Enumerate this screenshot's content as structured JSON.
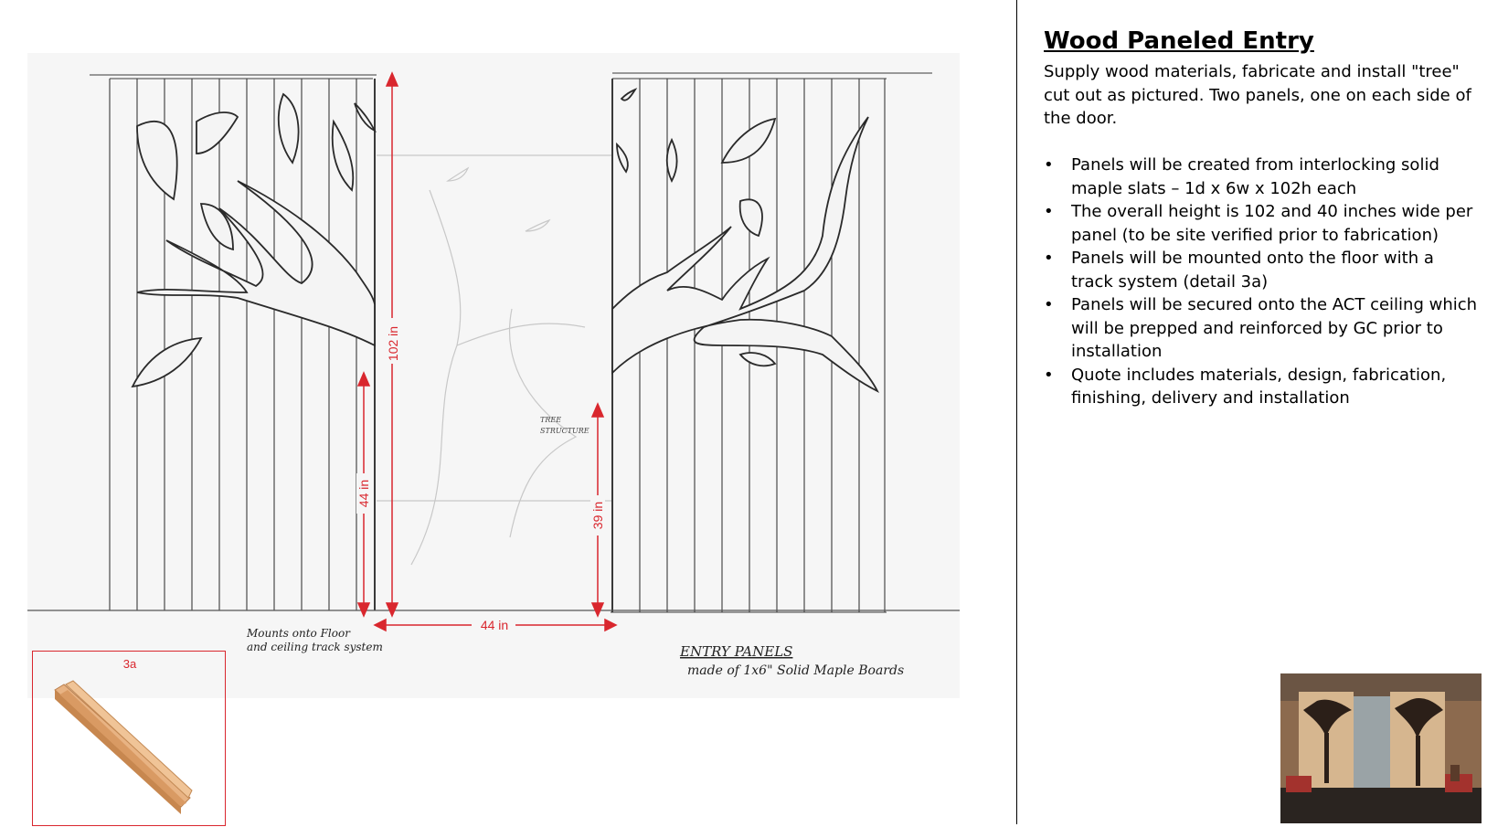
{
  "heading": "Wood Paneled Entry",
  "intro": "Supply wood materials, fabricate and install \"tree\" cut out as pictured. Two panels, one on each side of the door.",
  "bullets": [
    "Panels will be created from interlocking solid maple slats – 1d x 6w x 102h each",
    "The overall height is 102 and 40 inches wide per panel (to be site verified prior to fabrication)",
    "Panels will be mounted onto the floor with a track system (detail 3a)",
    "Panels will be secured onto the ACT ceiling which will be prepped and reinforced by GC prior to installation",
    "Quote includes materials, design, fabrication, finishing, delivery and installation"
  ],
  "bullet_char": "•",
  "dimensions": {
    "height": "102 in",
    "left_opening": "44 in",
    "right_opening": "39 in",
    "gap": "44 in"
  },
  "handwritten": {
    "mount_note_1": "Mounts onto Floor",
    "mount_note_2": "and ceiling track system",
    "tree_note_1": "TREE",
    "tree_note_2": "STRUCTURE",
    "entry_1": "ENTRY PANELS",
    "entry_2": "made of  1x6\" Solid Maple Boards"
  },
  "detail_label": "3a",
  "colors": {
    "dimension": "#d9272e",
    "pencil": "#3a3a3a",
    "maple": "#e0a874"
  }
}
